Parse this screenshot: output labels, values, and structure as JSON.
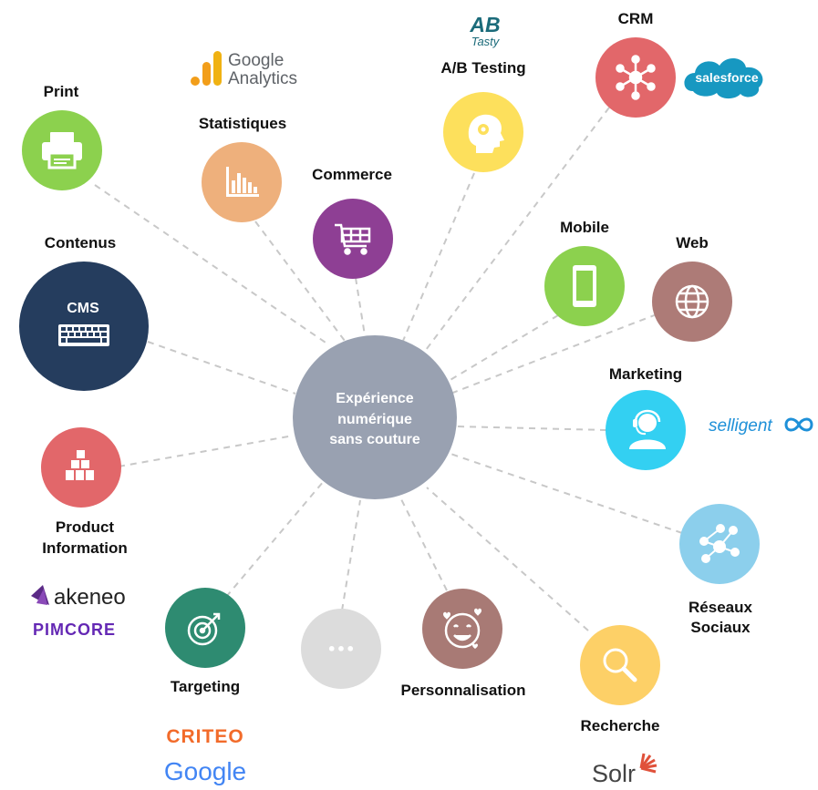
{
  "center": {
    "line1": "Expérience",
    "line2": "numérique",
    "line3": "sans couture",
    "color": "#99a1b1"
  },
  "nodes": {
    "print": {
      "label": "Print",
      "color": "#8cd14e",
      "icon": "printer-icon"
    },
    "stats": {
      "label": "Statistiques",
      "color": "#eeb07c",
      "icon": "bar-chart-icon"
    },
    "commerce": {
      "label": "Commerce",
      "color": "#8e3f94",
      "icon": "shopping-cart-icon"
    },
    "abtest": {
      "label": "A/B Testing",
      "color": "#fde05c",
      "icon": "head-gear-icon"
    },
    "crm": {
      "label": "CRM",
      "color": "#e2676a",
      "icon": "network-hub-icon"
    },
    "mobile": {
      "label": "Mobile",
      "color": "#8cd14e",
      "icon": "smartphone-icon"
    },
    "web": {
      "label": "Web",
      "color": "#ad7b77",
      "icon": "globe-icon"
    },
    "marketing": {
      "label": "Marketing",
      "color": "#33d0f2",
      "icon": "support-agent-icon"
    },
    "social": {
      "label1": "Réseaux",
      "label2": "Sociaux",
      "color": "#8ccfec",
      "icon": "social-network-icon"
    },
    "search": {
      "label": "Recherche",
      "color": "#fdd067",
      "icon": "magnifier-icon"
    },
    "perso": {
      "label": "Personnalisation",
      "color": "#a87a75",
      "icon": "smiley-hearts-icon"
    },
    "more": {
      "label": "•••",
      "color": "#dcdcdc",
      "icon": "ellipsis-icon"
    },
    "targeting": {
      "label": "Targeting",
      "color": "#2e8b71",
      "icon": "target-icon"
    },
    "product": {
      "label1": "Product",
      "label2": "Information",
      "color": "#e2676a",
      "icon": "boxes-icon"
    },
    "cms": {
      "label": "Contenus",
      "inner": "CMS",
      "color": "#253d5e",
      "icon": "keyboard-icon"
    }
  },
  "logos": {
    "google_analytics": {
      "line1": "Google",
      "line2": "Analytics"
    },
    "abtasty": {
      "line1": "AB",
      "line2": "Tasty"
    },
    "salesforce": "salesforce",
    "selligent": "selligent",
    "akeneo": "akeneo",
    "pimcore": "PIMCORE",
    "criteo": "CRITEO",
    "google": "Google",
    "solr": "Solr"
  },
  "colors": {
    "connector": "#c8c8c8",
    "label": "#111111"
  }
}
